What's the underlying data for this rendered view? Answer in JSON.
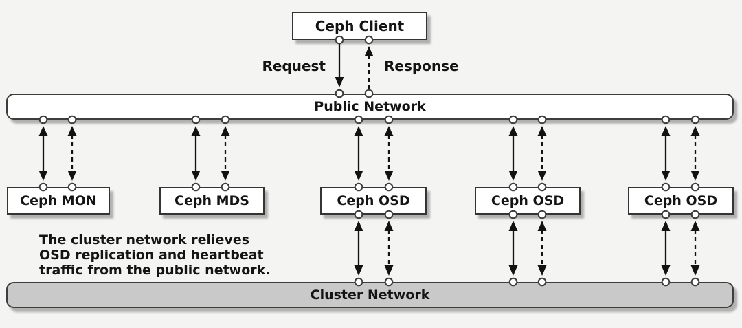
{
  "nodes": {
    "client": {
      "label": "Ceph Client"
    },
    "mon": {
      "label": "Ceph MON"
    },
    "mds": {
      "label": "Ceph MDS"
    },
    "osd1": {
      "label": "Ceph OSD"
    },
    "osd2": {
      "label": "Ceph OSD"
    },
    "osd3": {
      "label": "Ceph OSD"
    }
  },
  "networks": {
    "public": {
      "label": "Public Network"
    },
    "cluster": {
      "label": "Cluster Network"
    }
  },
  "flow_labels": {
    "request": "Request",
    "response": "Response"
  },
  "annotation": {
    "lines": [
      "The cluster network relieves",
      "OSD replication and heartbeat",
      "traffic from the public network."
    ]
  },
  "colors": {
    "background": "#f4f4f2",
    "public_network_fill": "#ffffff",
    "cluster_network_fill": "#c9c9c9",
    "line": "#121212",
    "border": "#343434"
  }
}
